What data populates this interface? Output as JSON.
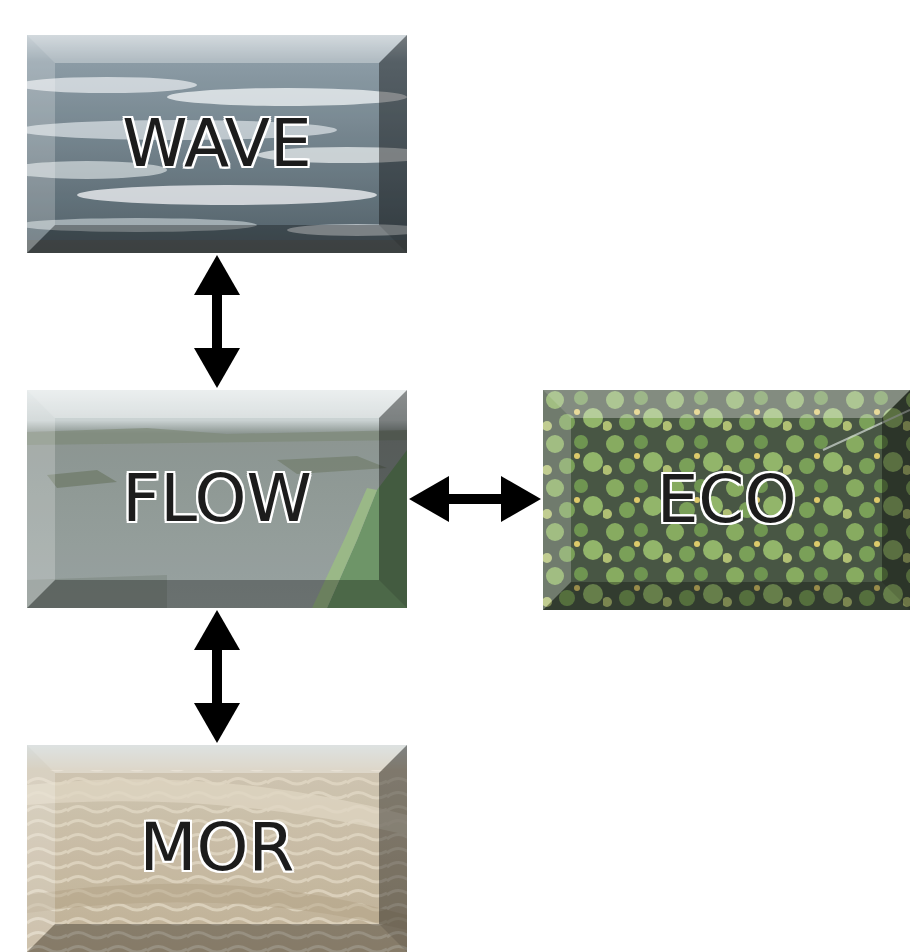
{
  "diagram": {
    "nodes": [
      {
        "text": [
          "WAVE"
        ]
      },
      {
        "text": [
          "FLOW"
        ]
      },
      {
        "text": [
          "ECO"
        ]
      },
      {
        "text": [
          "MOR"
        ]
      }
    ],
    "edges": [
      {
        "from": 0,
        "to": 1,
        "arrow": "both"
      },
      {
        "from": 1,
        "to": 2,
        "arrow": "both"
      },
      {
        "from": 1,
        "to": 3,
        "arrow": "both"
      }
    ]
  }
}
